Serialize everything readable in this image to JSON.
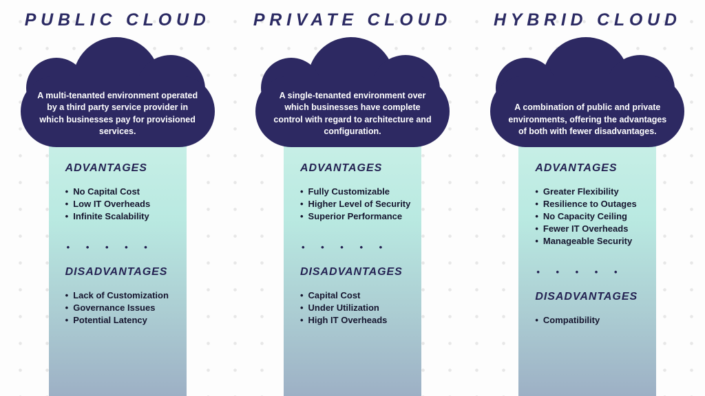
{
  "labels": {
    "advantages": "ADVANTAGES",
    "disadvantages": "DISADVANTAGES",
    "divider": "• • • • •"
  },
  "colors": {
    "navy": "#2d2962",
    "band_top": "#c7efe6",
    "band_bottom": "#9db0c5",
    "background": "#fdfdfd"
  },
  "columns": [
    {
      "title": "PUBLIC CLOUD",
      "description": "A multi-tenanted environment operated by a third party service provider in which businesses pay for provisioned services.",
      "advantages": [
        "No Capital Cost",
        "Low IT Overheads",
        "Infinite Scalability"
      ],
      "disadvantages": [
        "Lack of Customization",
        "Governance Issues",
        "Potential Latency"
      ]
    },
    {
      "title": "PRIVATE CLOUD",
      "description": "A single-tenanted environment over which businesses have complete control with regard to architecture and configuration.",
      "advantages": [
        "Fully Customizable",
        "Higher Level of Security",
        "Superior Performance"
      ],
      "disadvantages": [
        "Capital Cost",
        "Under Utilization",
        "High IT Overheads"
      ]
    },
    {
      "title": "HYBRID CLOUD",
      "description": "A combination of public and private environments, offering the advantages of both with fewer disadvantages.",
      "advantages": [
        "Greater Flexibility",
        "Resilience to Outages",
        "No Capacity Ceiling",
        "Fewer IT Overheads",
        "Manageable Security"
      ],
      "disadvantages": [
        "Compatibility"
      ]
    }
  ]
}
